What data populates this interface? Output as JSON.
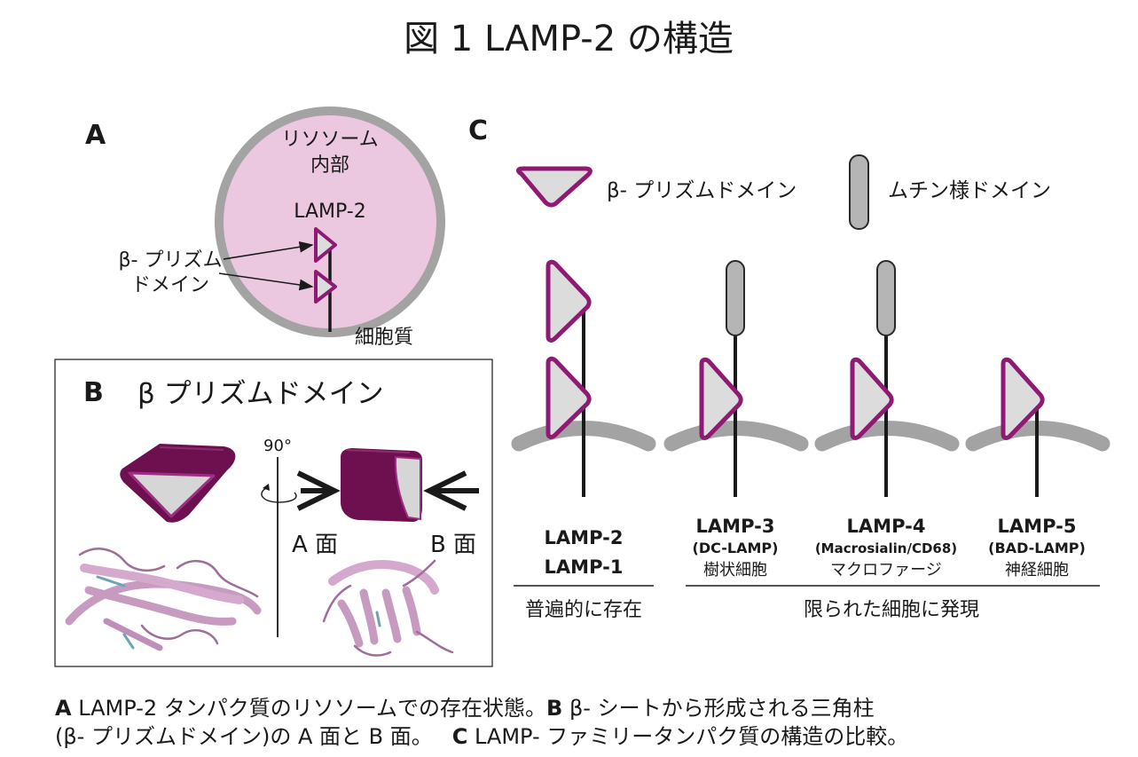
{
  "title": "図 1 LAMP-2 の構造",
  "panel_a": {
    "letter": "A",
    "lysosome_lumen": [
      "リソソーム",
      "内部"
    ],
    "protein": "LAMP-2",
    "domain_label": [
      "β- プリズム",
      "ドメイン"
    ],
    "cytoplasm": "細胞質"
  },
  "panel_b": {
    "letter": "B",
    "title": "β プリズムドメイン",
    "rotation": "90°",
    "face_a": "A 面",
    "face_b": "B 面"
  },
  "panel_c": {
    "letter": "C",
    "legend_prism": "β- プリズムドメイン",
    "legend_mucin": "ムチン様ドメイン",
    "proteins": [
      {
        "lines": [
          "LAMP-2",
          "LAMP-1"
        ],
        "sub": "",
        "cell": ""
      },
      {
        "lines": [
          "LAMP-3"
        ],
        "sub": "(DC-LAMP)",
        "cell": "樹状細胞"
      },
      {
        "lines": [
          "LAMP-4"
        ],
        "sub": "(Macrosialin/CD68)",
        "cell": "マクロファージ"
      },
      {
        "lines": [
          "LAMP-5"
        ],
        "sub": "(BAD-LAMP)",
        "cell": "神経細胞"
      }
    ],
    "group_ubiquitous": "普遍的に存在",
    "group_limited": "限られた細胞に発現"
  },
  "caption": {
    "line1_a": "A",
    "line1_a_text": " LAMP-2 タンパク質のリソソームでの存在状態。",
    "line1_b": "B",
    "line1_b_text": " β- シートから形成される三角柱",
    "line2_text": "(β- プリズムドメイン)の A 面と B 面。",
    "line2_c": "C",
    "line2_c_text": " LAMP- ファミリータンパク質の構造の比較。"
  },
  "colors": {
    "prism_stroke": "#8e1a73",
    "prism_fill": "#dcdcdc",
    "lysosome_fill": "#ecc8e0",
    "membrane": "#a3a3a3",
    "dark_prism": "#6e0f4f"
  }
}
